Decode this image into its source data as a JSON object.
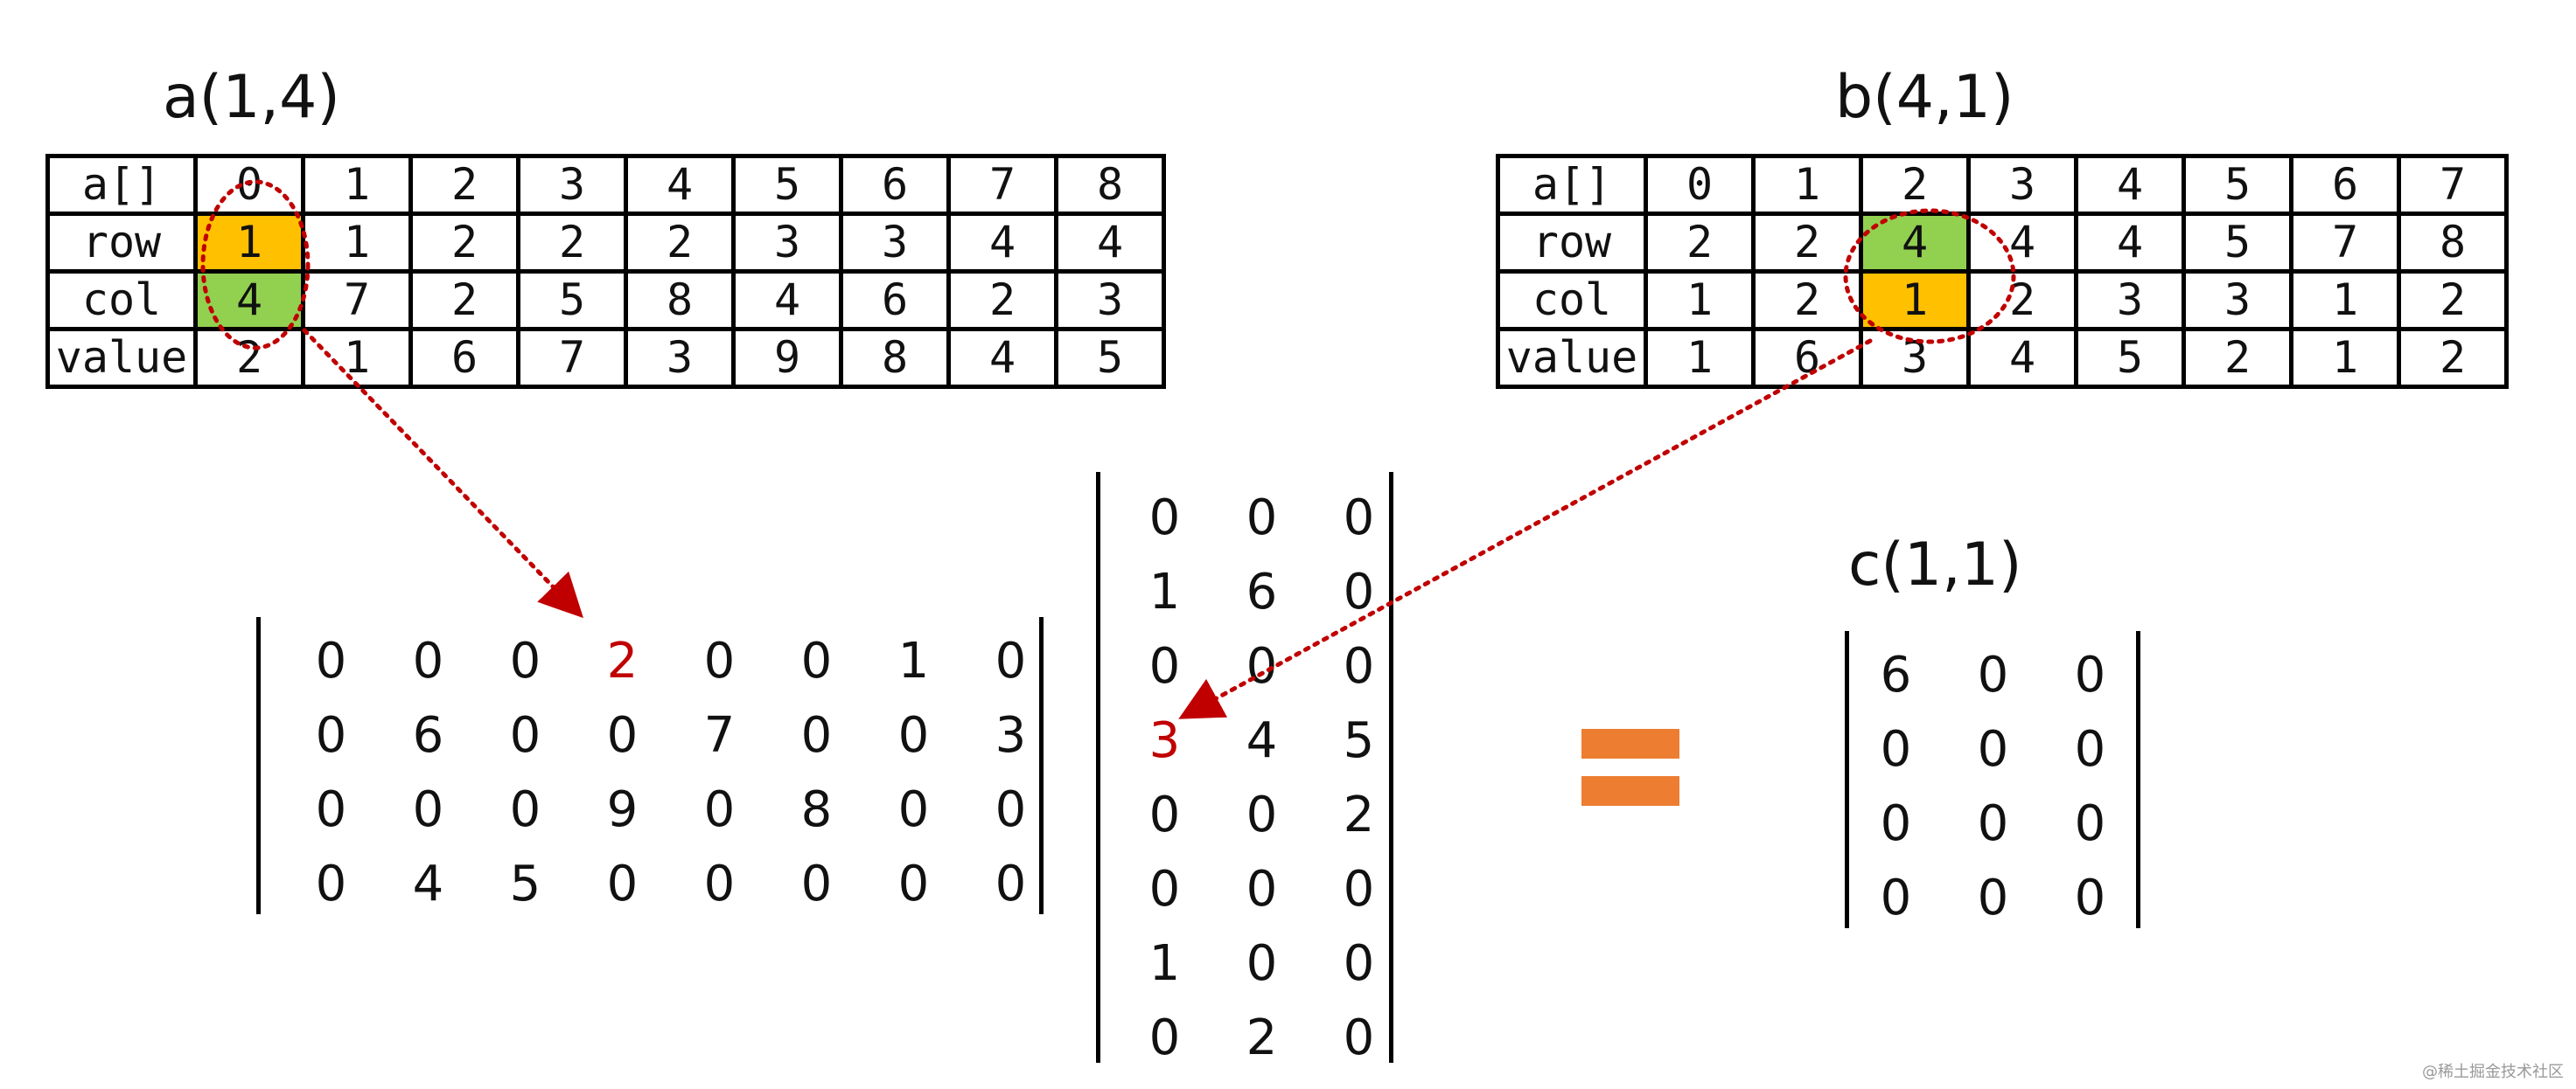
{
  "a": {
    "title": "a(1,4)",
    "headers": [
      "a[]",
      "row",
      "col",
      "value"
    ],
    "rows": [
      [
        "0",
        "1",
        "2",
        "3",
        "4",
        "5",
        "6",
        "7",
        "8"
      ],
      [
        "1",
        "1",
        "2",
        "2",
        "2",
        "3",
        "3",
        "4",
        "4"
      ],
      [
        "4",
        "7",
        "2",
        "5",
        "8",
        "4",
        "6",
        "2",
        "3"
      ],
      [
        "2",
        "1",
        "6",
        "7",
        "3",
        "9",
        "8",
        "4",
        "5"
      ]
    ]
  },
  "b": {
    "title": "b(4,1)",
    "headers": [
      "a[]",
      "row",
      "col",
      "value"
    ],
    "rows": [
      [
        "0",
        "1",
        "2",
        "3",
        "4",
        "5",
        "6",
        "7"
      ],
      [
        "2",
        "2",
        "4",
        "4",
        "4",
        "5",
        "7",
        "8"
      ],
      [
        "1",
        "2",
        "1",
        "2",
        "3",
        "3",
        "1",
        "2"
      ],
      [
        "1",
        "6",
        "3",
        "4",
        "5",
        "2",
        "1",
        "2"
      ]
    ]
  },
  "matrix_a": [
    [
      "0",
      "0",
      "0",
      "2",
      "0",
      "0",
      "1",
      "0"
    ],
    [
      "0",
      "6",
      "0",
      "0",
      "7",
      "0",
      "0",
      "3"
    ],
    [
      "0",
      "0",
      "0",
      "9",
      "0",
      "8",
      "0",
      "0"
    ],
    [
      "0",
      "4",
      "5",
      "0",
      "0",
      "0",
      "0",
      "0"
    ]
  ],
  "matrix_b": [
    [
      "0",
      "0",
      "0"
    ],
    [
      "1",
      "6",
      "0"
    ],
    [
      "0",
      "0",
      "0"
    ],
    [
      "3",
      "4",
      "5"
    ],
    [
      "0",
      "0",
      "2"
    ],
    [
      "0",
      "0",
      "0"
    ],
    [
      "1",
      "0",
      "0"
    ],
    [
      "0",
      "2",
      "0"
    ]
  ],
  "c": {
    "title": "c(1,1)",
    "matrix": [
      [
        "6",
        "0",
        "0"
      ],
      [
        "0",
        "0",
        "0"
      ],
      [
        "0",
        "0",
        "0"
      ],
      [
        "0",
        "0",
        "0"
      ]
    ]
  },
  "colors": {
    "highlight_orange": "#FFC000",
    "highlight_green": "#92D050",
    "highlight_red": "#C00000",
    "equals": "#ED7D31"
  },
  "watermark": "@稀土掘金技术社区"
}
